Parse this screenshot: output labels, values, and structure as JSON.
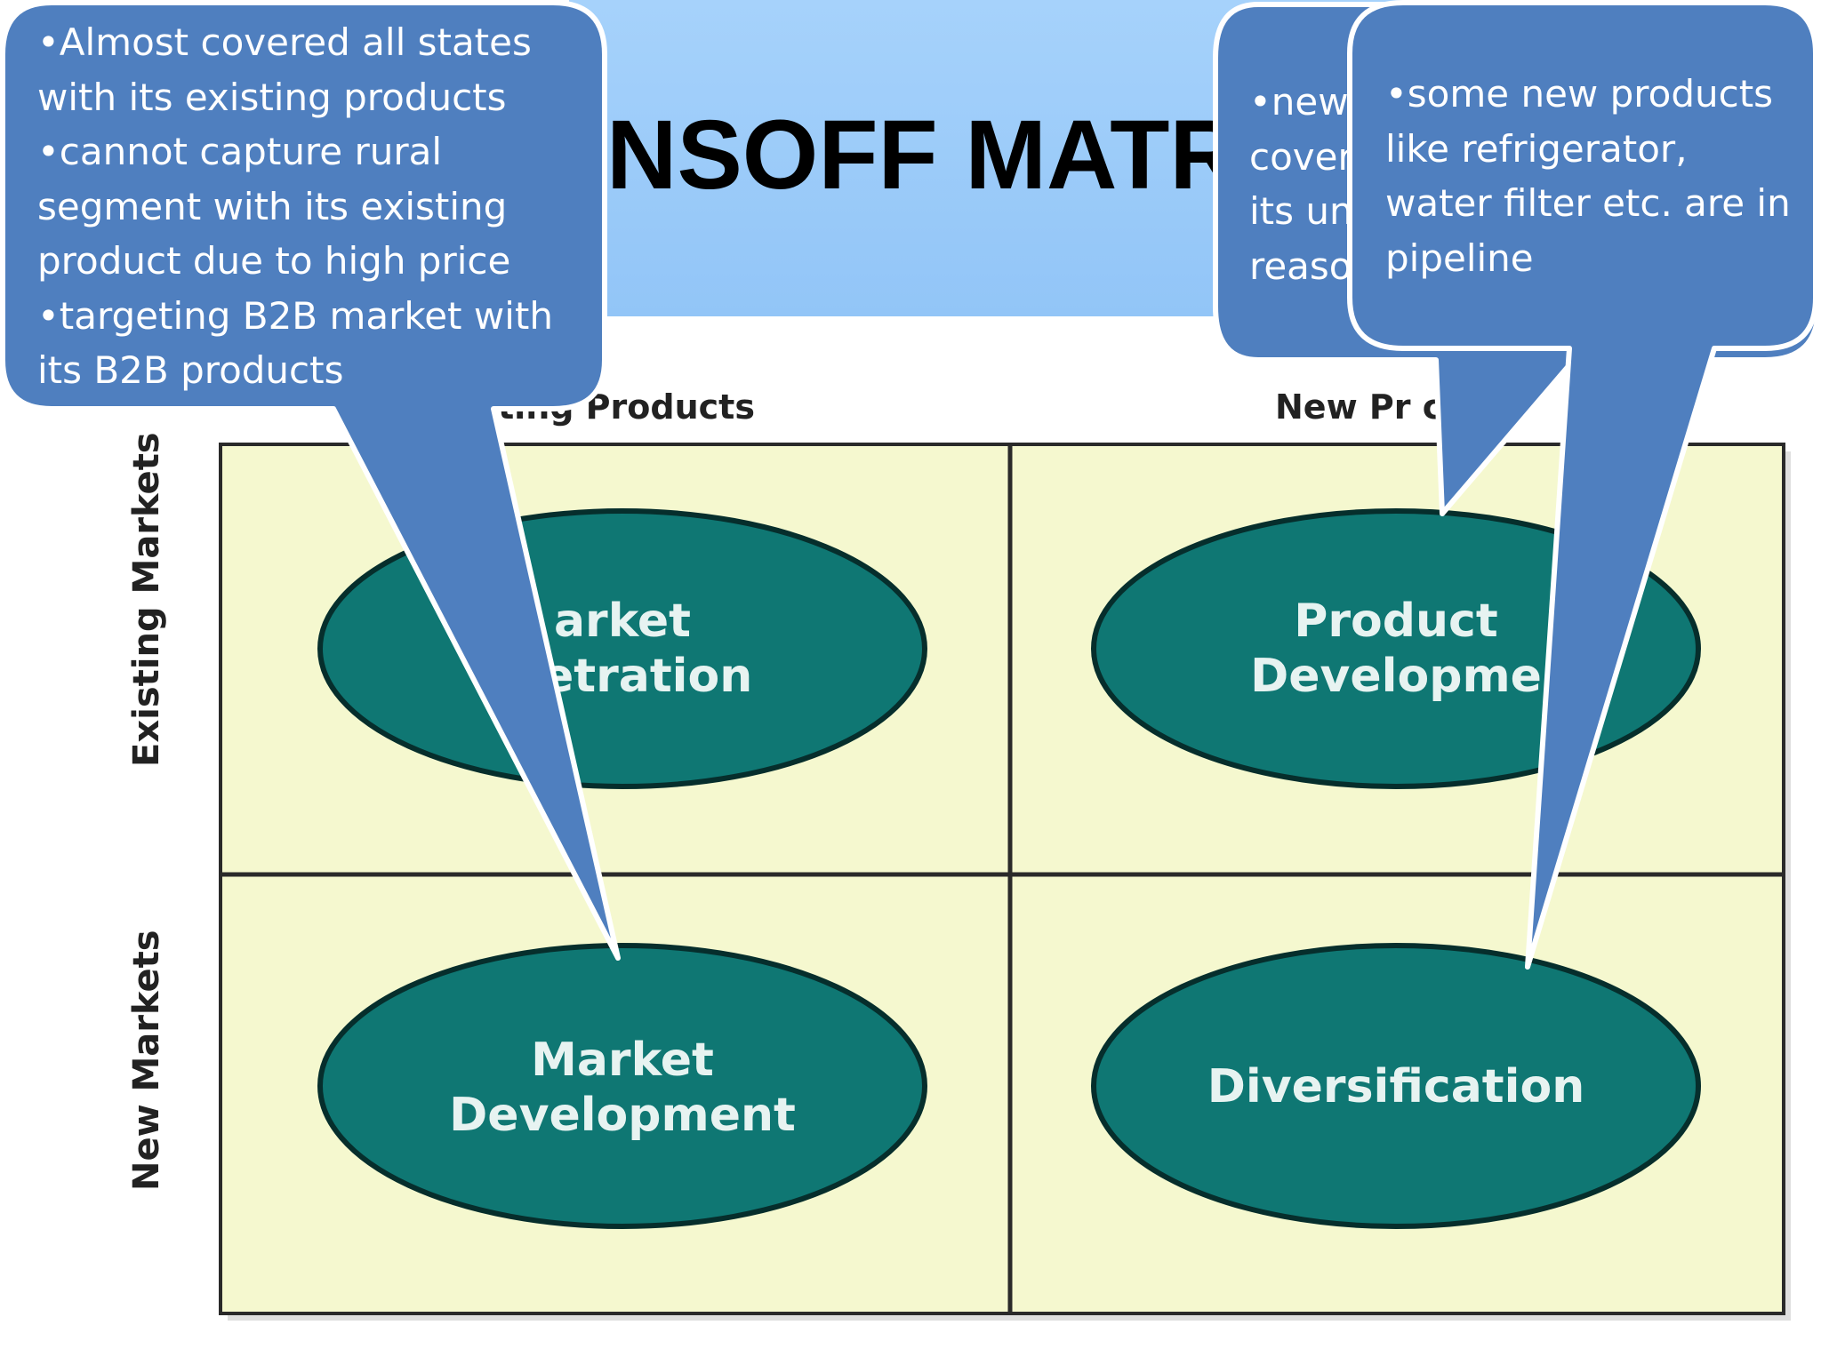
{
  "title": "NSOFF MATR",
  "matrix": {
    "column_headers": [
      "ting Products",
      "New Pr         cts"
    ],
    "row_headers": [
      "Existing Markets",
      "New Markets"
    ],
    "cells": [
      {
        "id": "market-penetration",
        "label": "Market\nPenetration",
        "visible_text": "arket\nP    etration"
      },
      {
        "id": "product-development",
        "label": "Product\nDevelopment",
        "visible_text": "Product\nDevelopme"
      },
      {
        "id": "market-development",
        "label": "Market\nDevelopment",
        "visible_text": "Market\nDevelopment"
      },
      {
        "id": "diversification",
        "label": "Diversification",
        "visible_text": "Diversification"
      }
    ]
  },
  "callouts": {
    "left": {
      "lines": [
        "•Almost covered all states",
        "with its existing products",
        "•cannot capture rural",
        "segment with its existing",
        "product due to high price",
        "•targeting B2B market with",
        "its B2B products"
      ]
    },
    "middle_right": {
      "lines": [
        "•new",
        "cover",
        "its un",
        "reaso"
      ]
    },
    "right": {
      "lines": [
        "•some new products",
        "like refrigerator,",
        "water filter etc. are in",
        "pipeline"
      ]
    }
  },
  "colors": {
    "title_band": "#9ccbf9",
    "cell_fill": "#f5f8cf",
    "ellipse_fill": "#0f7773",
    "callout_fill": "#4f7fbf",
    "callout_border": "#ffffff"
  }
}
